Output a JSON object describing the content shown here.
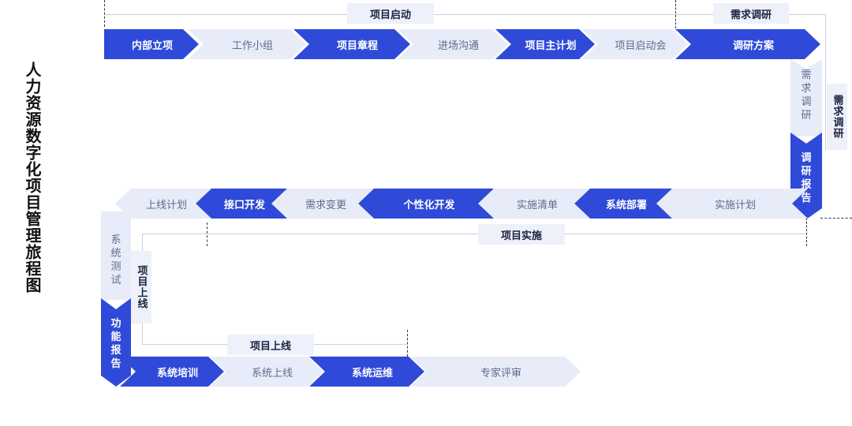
{
  "title": "人力资源数字化项目管理旅程图",
  "phases": {
    "kickoff": "项目启动",
    "research_top": "需求调研",
    "research_side": "需求调研",
    "implement": "项目实施",
    "golive_side": "项目上线",
    "golive_bottom": "项目上线"
  },
  "row1": [
    "内部立项",
    "工作小组",
    "项目章程",
    "进场沟通",
    "项目主计划",
    "项目启动会",
    "调研方案"
  ],
  "right_col": {
    "research": [
      "需",
      "求",
      "调",
      "研"
    ],
    "report": [
      "调",
      "研",
      "报",
      "告"
    ]
  },
  "row2": [
    "实施计划",
    "系统部署",
    "实施清单",
    "个性化开发",
    "需求变更",
    "接口开发",
    "上线计划"
  ],
  "left_col": {
    "test": [
      "系",
      "统",
      "测",
      "试"
    ],
    "func_report": [
      "功",
      "能",
      "报",
      "告"
    ]
  },
  "row3": [
    "系统培训",
    "系统上线",
    "系统运维",
    "专家评审"
  ],
  "colors": {
    "dark": "#2f4ad8",
    "light": "#e8ecf8",
    "line": "#c8cfe6"
  }
}
